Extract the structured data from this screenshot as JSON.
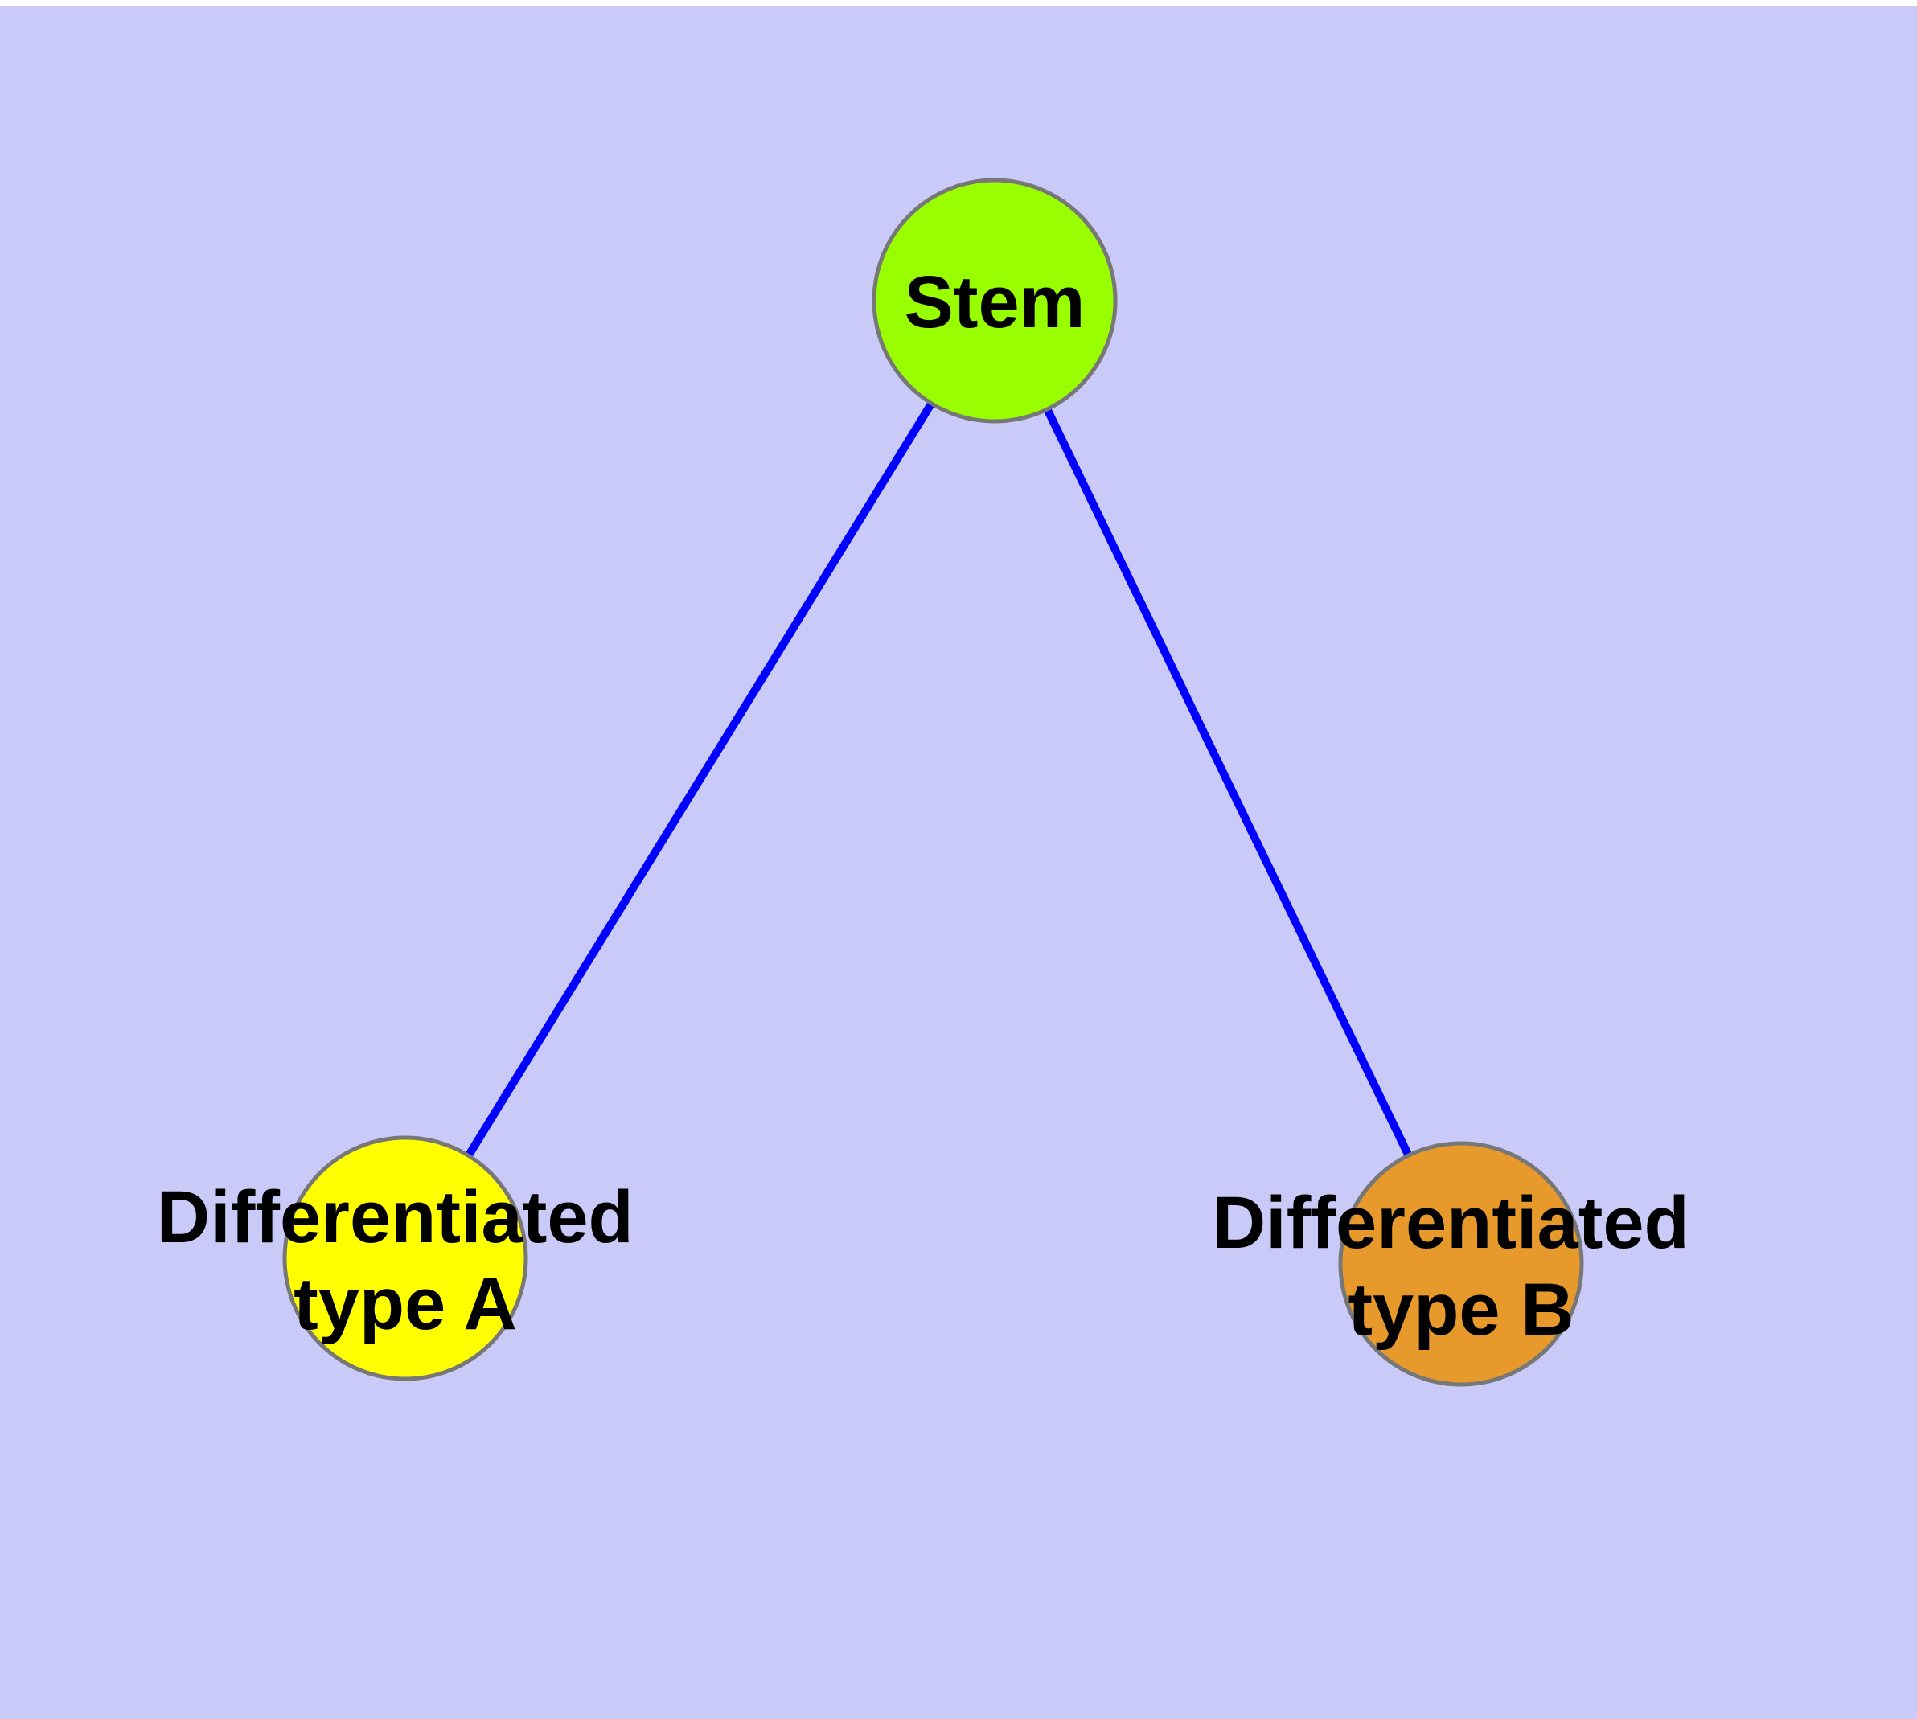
{
  "diagram": {
    "type": "graph",
    "background_color": "#CACAF8",
    "page_margin_color": "#FFFFFF",
    "edge_color": "#0000FF",
    "node_border_color": "#777777",
    "label_color": "#000000",
    "nodes": [
      {
        "id": "stem",
        "label": "Stem",
        "lines": [
          "Stem"
        ],
        "color": "#99FF00"
      },
      {
        "id": "differentiated-type-a",
        "label": "Differentiated type A",
        "lines": [
          "Differentiated",
          "type A"
        ],
        "color": "#FFFF00"
      },
      {
        "id": "differentiated-type-b",
        "label": "Differentiated type B",
        "lines": [
          "Differentiated",
          "type B"
        ],
        "color": "#E7992B"
      }
    ],
    "edges": [
      {
        "from": "Stem",
        "to": "Differentiated type A"
      },
      {
        "from": "Stem",
        "to": "Differentiated type B"
      }
    ]
  }
}
